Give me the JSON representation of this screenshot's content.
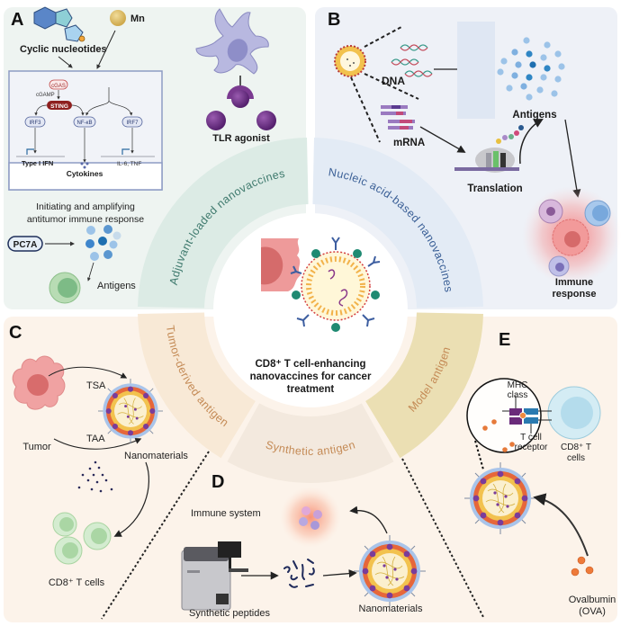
{
  "title": "CD8+ T cell-enhancing nanovaccines for cancer treatment",
  "center": {
    "line1": "CD8⁺ T cell-enhancing",
    "line2": "nanovaccines for cancer",
    "line3": "treatment"
  },
  "ring_segments": [
    {
      "label": "Adjuvant-loaded nanovaccines",
      "color": "#dcebe5",
      "text_color": "#3f7a6e"
    },
    {
      "label": "Nucleic acid-based nanovaccines",
      "color": "#e3ebf5",
      "text_color": "#3a5f96"
    },
    {
      "label": "Model antigen",
      "color": "#ebdfb3",
      "text_color": "#c48a55"
    },
    {
      "label": "Synthetic antigen",
      "color": "#f3e9de",
      "text_color": "#c48a55"
    },
    {
      "label": "Tumor-derived antigen",
      "color": "#f8e9d6",
      "text_color": "#c48a55"
    }
  ],
  "panels": {
    "A": {
      "letter": "A",
      "bg": "#eef4f1",
      "cyclic_nucleotides": "Cyclic nucleotides",
      "mn": "Mn",
      "pathway": {
        "cgas": "cGAS",
        "cgamp": "cGAMP",
        "sting": "STING",
        "irf3": "IRF3",
        "nfkb": "NF-κB",
        "irf7": "IRF7",
        "type1ifn": "Type I IFN",
        "il6tnf": "IL-6, TNF",
        "cytokines": "Cytokines"
      },
      "response_line1": "Initiating and amplifying",
      "response_line2": "antitumor immune response",
      "pc7a": "PC7A",
      "antigens": "Antigens",
      "tlr_agonist": "TLR agonist"
    },
    "B": {
      "letter": "B",
      "bg": "#eef1f7",
      "dna": "DNA",
      "mrna": "mRNA",
      "antigens": "Antigens",
      "translation": "Translation",
      "immune_response_line1": "Immune",
      "immune_response_line2": "response"
    },
    "C": {
      "letter": "C",
      "bg": "#fcf3ea",
      "tumor": "Tumor",
      "tsa": "TSA",
      "taa": "TAA",
      "nanomaterials": "Nanomaterials",
      "cd8_cells": "CD8⁺ T cells"
    },
    "D": {
      "letter": "D",
      "immune_system": "Immune system",
      "synthetic_peptides": "Synthetic peptides",
      "nanomaterials": "Nanomaterials"
    },
    "E": {
      "letter": "E",
      "mhc_line1": "MHC",
      "mhc_line2": "class",
      "tcr_line1": "T cell",
      "tcr_line2": "receptor",
      "cd8_line1": "CD8⁺ T",
      "cd8_line2": "cells",
      "ova_line1": "Ovalbumin",
      "ova_line2": "(OVA)"
    }
  }
}
